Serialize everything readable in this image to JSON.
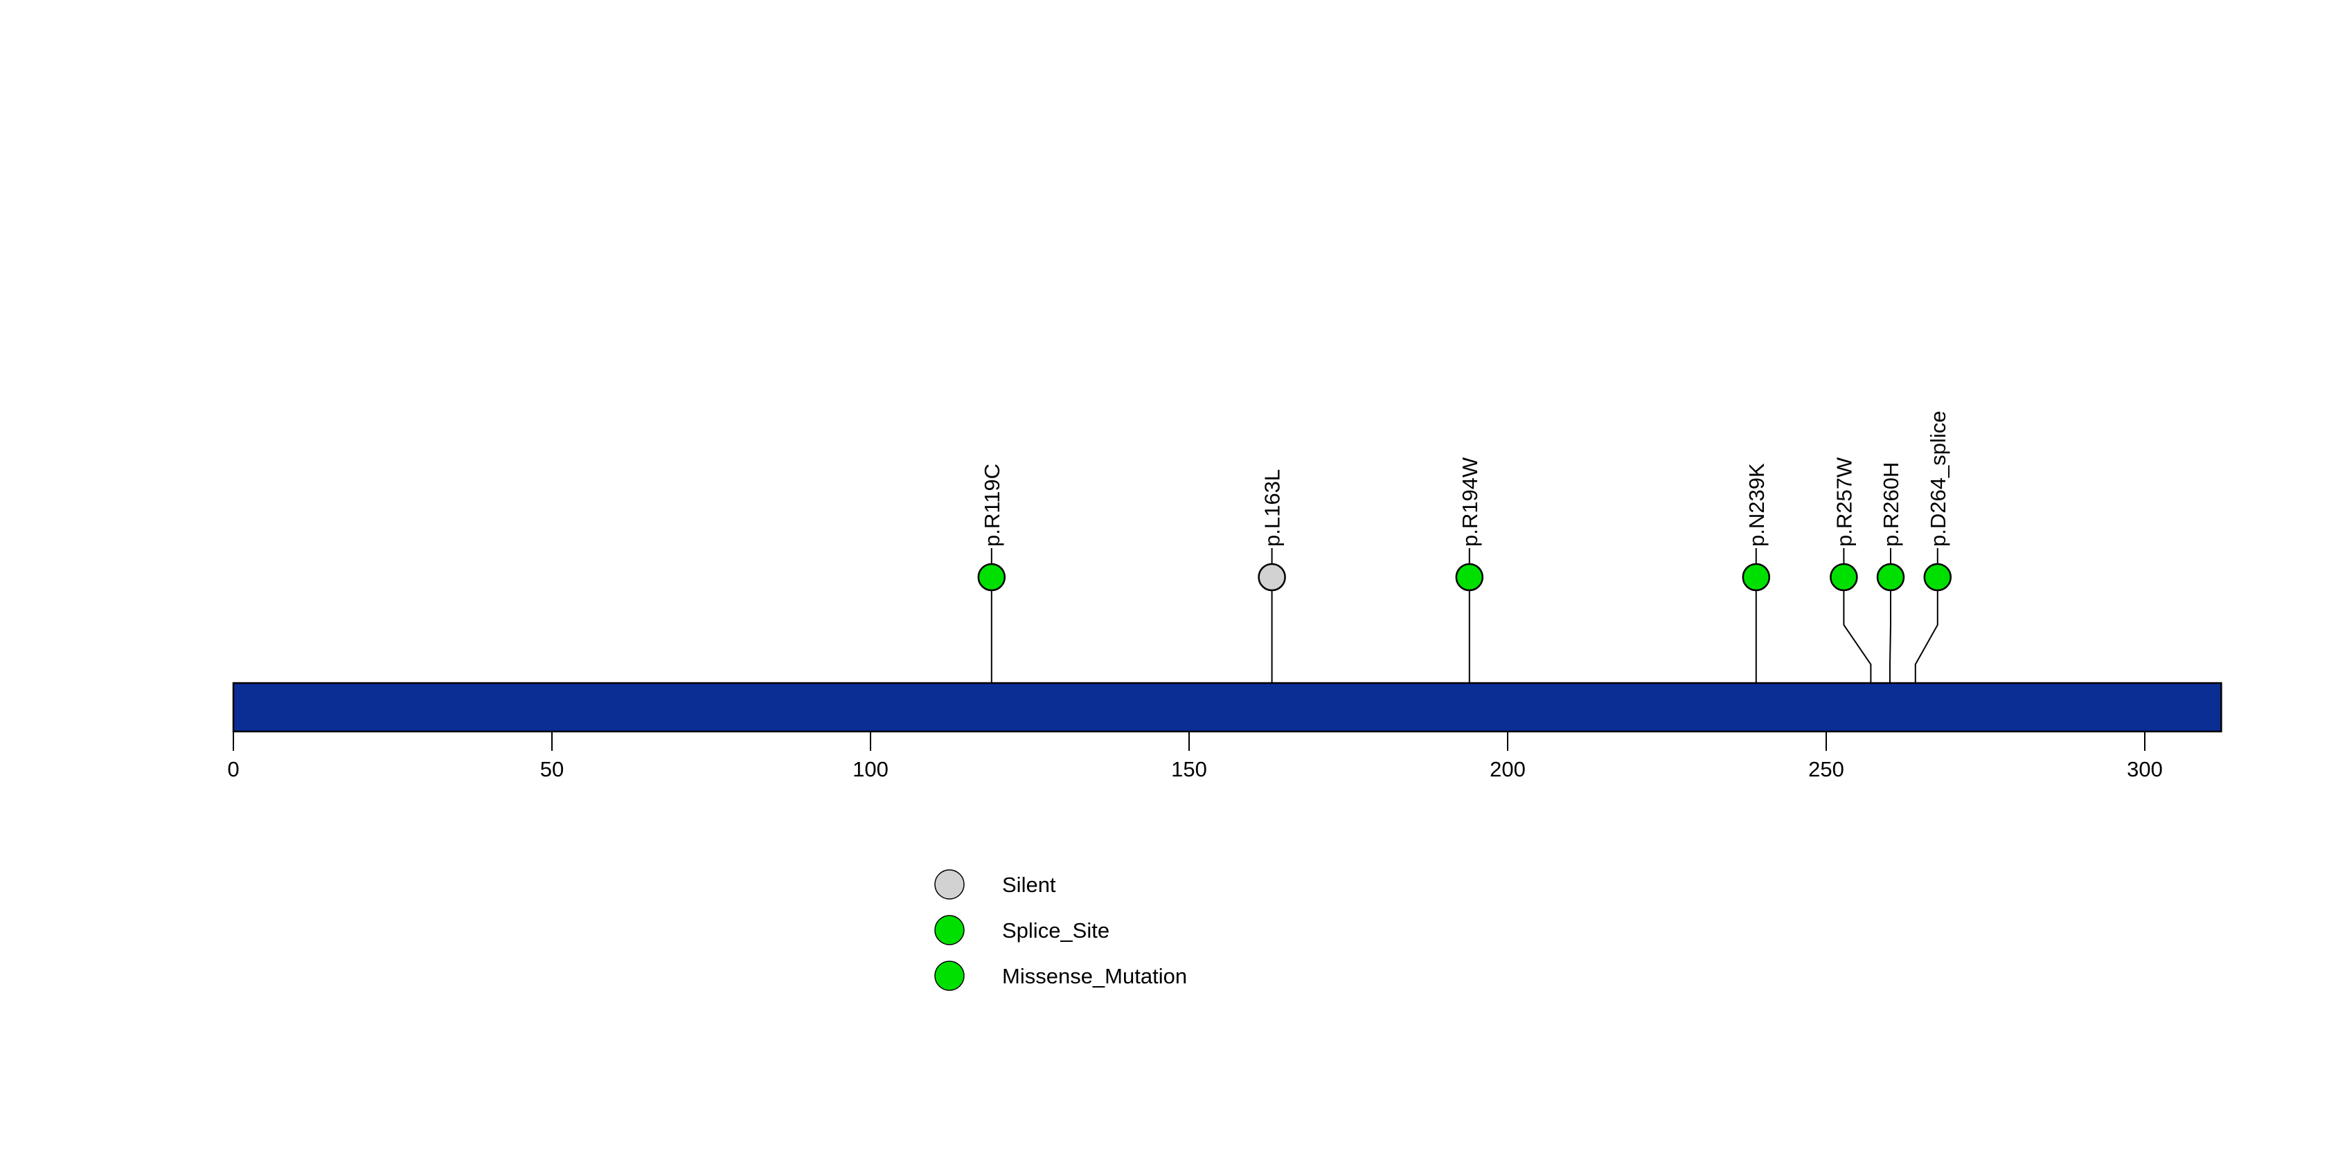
{
  "figure": {
    "background_color": "#FFFFFF",
    "text_color": "#000000"
  },
  "chart_data": {
    "type": "lollipop",
    "title": "",
    "xlabel": "",
    "ylabel": "",
    "xaxis": {
      "ticks": [
        0,
        50,
        100,
        150,
        200,
        250,
        300
      ],
      "range": [
        0,
        312
      ],
      "grid": false
    },
    "protein_bar": {
      "start": 0,
      "end": 312,
      "color": "#0A2E94",
      "border_color": "#000000"
    },
    "mutations": [
      {
        "label": "p.R119C",
        "position": 119,
        "type": "Missense_Mutation",
        "color": "#00E000",
        "label_offset": 0
      },
      {
        "label": "p.L163L",
        "position": 163,
        "type": "Silent",
        "color": "#D2D2D2",
        "label_offset": 0
      },
      {
        "label": "p.R194W",
        "position": 194,
        "type": "Missense_Mutation",
        "color": "#00E000",
        "label_offset": 0
      },
      {
        "label": "p.N239K",
        "position": 239,
        "type": "Missense_Mutation",
        "color": "#00E000",
        "label_offset": 0
      },
      {
        "label": "p.R257W",
        "position": 257,
        "type": "Missense_Mutation",
        "color": "#00E000",
        "label_offset": -39
      },
      {
        "label": "p.R260H",
        "position": 260,
        "type": "Missense_Mutation",
        "color": "#00E000",
        "label_offset": 1
      },
      {
        "label": "p.D264_splice",
        "position": 264,
        "type": "Splice_Site",
        "color": "#00E000",
        "label_offset": 32
      }
    ],
    "legend": {
      "position": "bottom-center",
      "entries": [
        {
          "label": "Silent",
          "color": "#D2D2D2"
        },
        {
          "label": "Splice_Site",
          "color": "#00E000"
        },
        {
          "label": "Missense_Mutation",
          "color": "#00E000"
        }
      ]
    }
  }
}
